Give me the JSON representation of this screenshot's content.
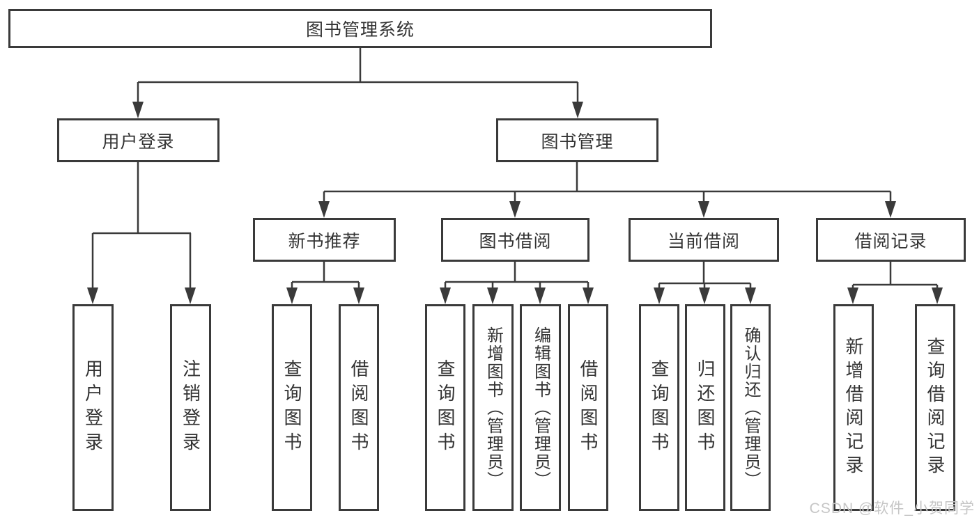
{
  "tree": {
    "root": "图书管理系统",
    "children": [
      {
        "label": "用户登录",
        "children": [
          "用户登录",
          "注销登录"
        ]
      },
      {
        "label": "图书管理",
        "children": [
          {
            "label": "新书推荐",
            "children": [
              "查询图书",
              "借阅图书"
            ]
          },
          {
            "label": "图书借阅",
            "children": [
              "查询图书",
              "新增图书（管理员）",
              "编辑图书（管理员）",
              "借阅图书"
            ]
          },
          {
            "label": "当前借阅",
            "children": [
              "查询图书",
              "归还图书",
              "确认归还（管理员）"
            ]
          },
          {
            "label": "借阅记录",
            "children": [
              "新增借阅记录",
              "查询借阅记录"
            ]
          }
        ]
      }
    ]
  },
  "watermark": {
    "text": "CSDN @软件_小贺同学"
  },
  "colors": {
    "line": "#3a3a3a",
    "box_border": "#3a3a3a",
    "text": "#333333",
    "watermark": "#c6c6c6",
    "background": "#ffffff"
  }
}
